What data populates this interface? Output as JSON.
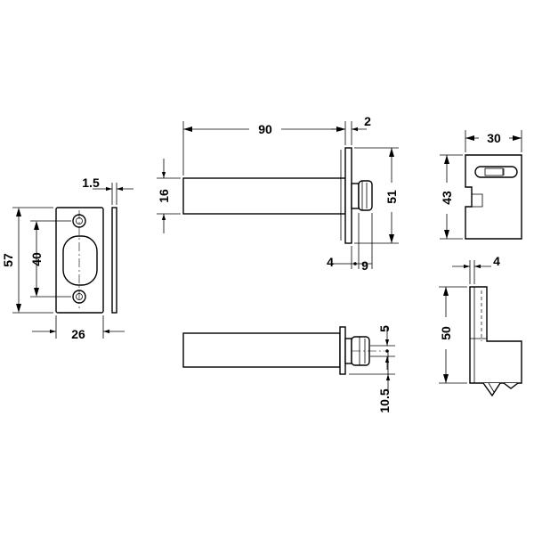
{
  "colors": {
    "line": "#000000",
    "background": "#ffffff"
  },
  "dimensions": {
    "plate_thickness": "1.5",
    "plate_height": "57",
    "plate_hole_spacing": "40",
    "plate_width": "26",
    "bolt_length": "90",
    "flange_thickness": "2",
    "bolt_diameter": "16",
    "flange_height": "51",
    "flange_offset": "4",
    "tip_length": "9",
    "tip_diameter": "5",
    "flange_bottom_offset": "10.5",
    "key_width": "30",
    "key_height": "43",
    "key_side_height": "50",
    "key_side_depth": "4"
  }
}
